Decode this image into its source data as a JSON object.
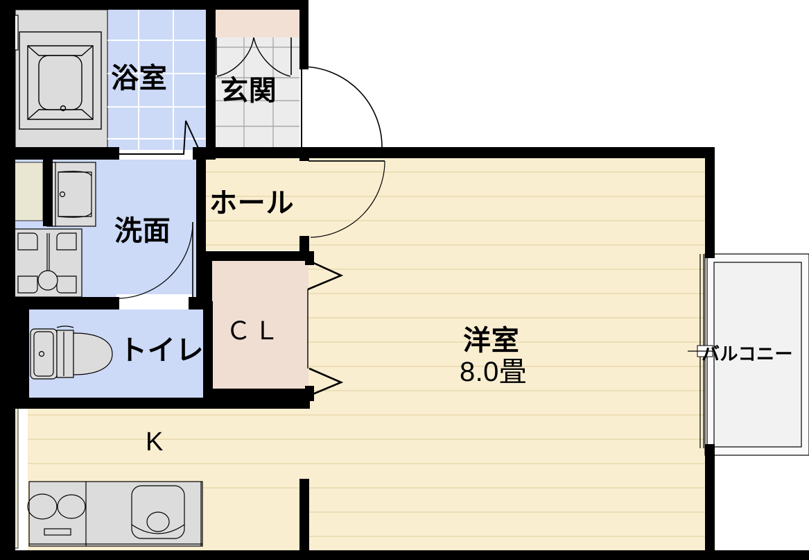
{
  "plan": {
    "type": "floor-plan",
    "title": "1K apartment floor plan",
    "rooms": [
      {
        "key": "bath",
        "label": "浴室",
        "name": "bathroom"
      },
      {
        "key": "entrance",
        "label": "玄関",
        "name": "entrance"
      },
      {
        "key": "wash",
        "label": "洗面",
        "name": "washroom"
      },
      {
        "key": "toilet",
        "label": "トイレ",
        "name": "toilet"
      },
      {
        "key": "hall",
        "label": "ホール",
        "name": "hall"
      },
      {
        "key": "closet",
        "label": "ＣＬ",
        "name": "closet"
      },
      {
        "key": "kitchen",
        "label": "K",
        "name": "kitchen"
      },
      {
        "key": "room",
        "label": "洋室",
        "name": "western-room"
      },
      {
        "key": "room_size",
        "label": "8.0畳",
        "name": "room-area"
      },
      {
        "key": "balcony",
        "label": "バルコニー",
        "name": "balcony"
      }
    ],
    "colors": {
      "wall": "#000000",
      "floor_wood": "#faeed0",
      "floor_tile_blue": "#ccd9f7",
      "floor_tile_gray": "#ececec",
      "closet_pink": "#f0ded2",
      "entrance_step": "#f3e0d4",
      "fixture_gray": "#dcdcdc",
      "pipe_shaft": "#e9e7d2",
      "balcony_gray": "#f2f2f2",
      "background": "#ffffff"
    }
  }
}
